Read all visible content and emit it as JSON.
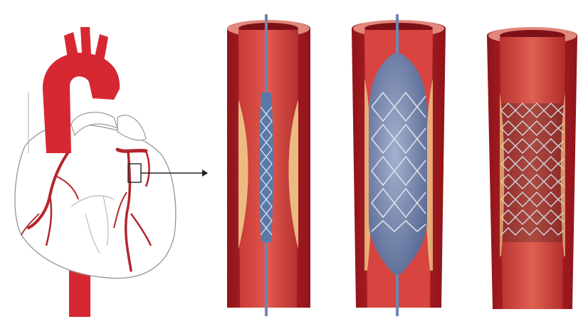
{
  "figure": {
    "panels": [
      {
        "id": "heart",
        "icon": "heart-with-coronary-arteries"
      },
      {
        "id": "stent-crimped",
        "icon": "artery-with-crimped-stent-on-balloon-catheter"
      },
      {
        "id": "stent-balloon-inflated",
        "icon": "artery-with-inflated-balloon-expanding-stent"
      },
      {
        "id": "stent-deployed",
        "icon": "artery-with-deployed-stent"
      }
    ],
    "colors": {
      "artery_wall": "#b8202a",
      "artery_wall_dark": "#7e1117",
      "artery_inner": "#d8443f",
      "plaque": "#f0c98a",
      "aorta": "#d62832",
      "heart_outline": "#9a9a9a",
      "catheter": "#5b79a8",
      "balloon": "#7f8fb6",
      "stent_metal": "#d9dde3",
      "pointer_line": "#222222"
    }
  }
}
